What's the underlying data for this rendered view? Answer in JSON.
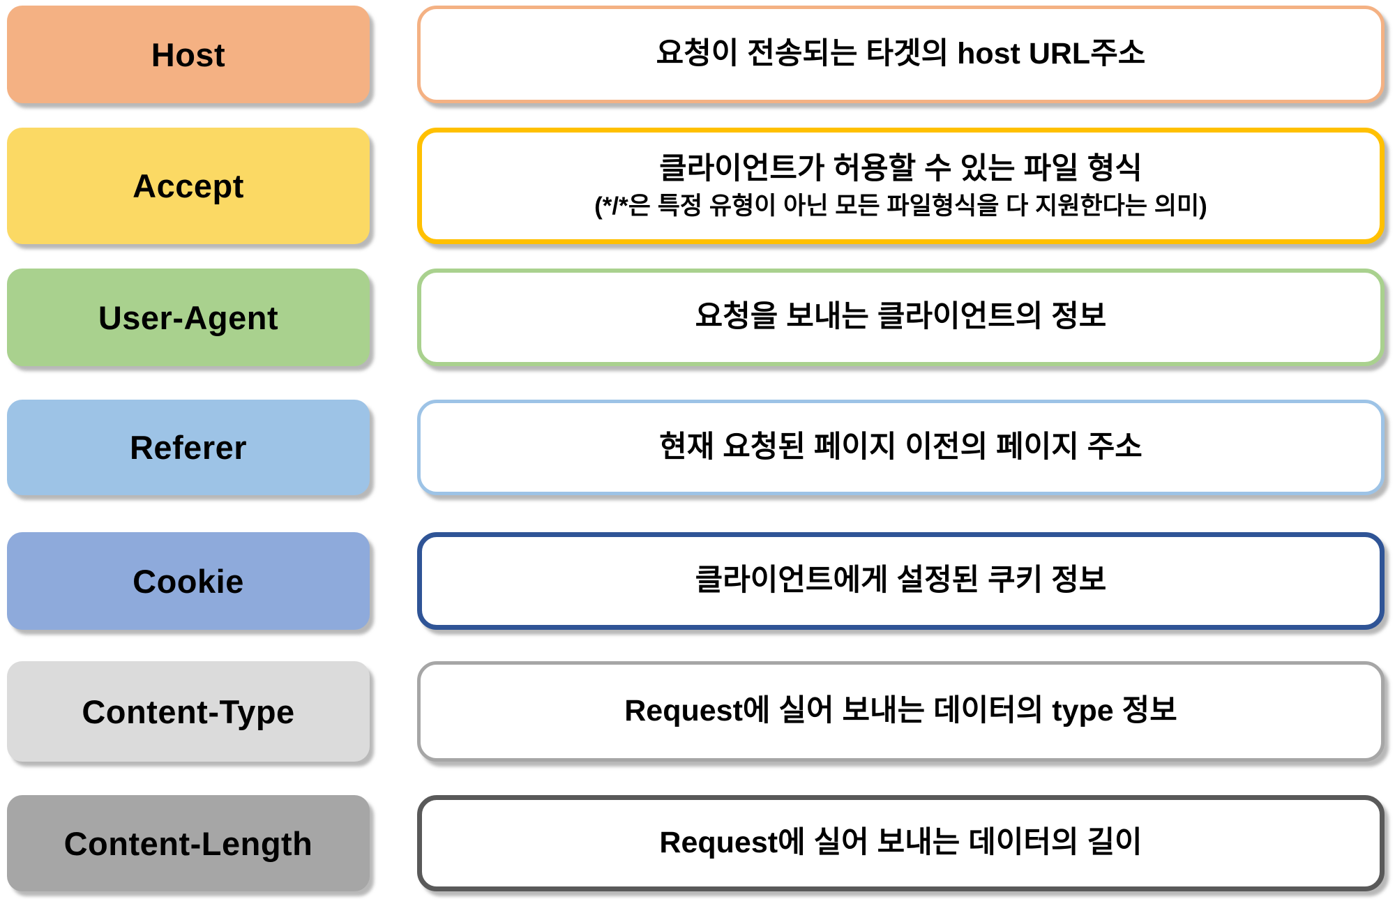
{
  "colors": {
    "background": "#FFFFFF",
    "text": "#000000"
  },
  "rows": [
    {
      "header": "Host",
      "description": "요청이 전송되는 타겟의 host URL주소",
      "description_sub": "",
      "label_bg": "#F4B183",
      "border_color": "#F4B183"
    },
    {
      "header": "Accept",
      "description": "클라이언트가 허용할 수 있는 파일 형식",
      "description_sub": "(*/*은 특정 유형이 아닌 모든 파일형식을 다 지원한다는 의미)",
      "label_bg": "#FBD964",
      "border_color": "#FFC000"
    },
    {
      "header": "User-Agent",
      "description": "요청을 보내는 클라이언트의 정보",
      "description_sub": "",
      "label_bg": "#A9D18E",
      "border_color": "#A9D18E"
    },
    {
      "header": "Referer",
      "description": "현재 요청된 페이지 이전의 페이지 주소",
      "description_sub": "",
      "label_bg": "#9DC3E6",
      "border_color": "#9DC3E6"
    },
    {
      "header": "Cookie",
      "description": "클라이언트에게 설정된 쿠키 정보",
      "description_sub": "",
      "label_bg": "#8EAADB",
      "border_color": "#2F5496"
    },
    {
      "header": "Content-Type",
      "description": "Request에 실어 보내는 데이터의 type 정보",
      "description_sub": "",
      "label_bg": "#DBDBDB",
      "border_color": "#A6A6A6"
    },
    {
      "header": "Content-Length",
      "description": "Request에 실어 보내는 데이터의 길이",
      "description_sub": "",
      "label_bg": "#A6A6A6",
      "border_color": "#595959"
    }
  ]
}
